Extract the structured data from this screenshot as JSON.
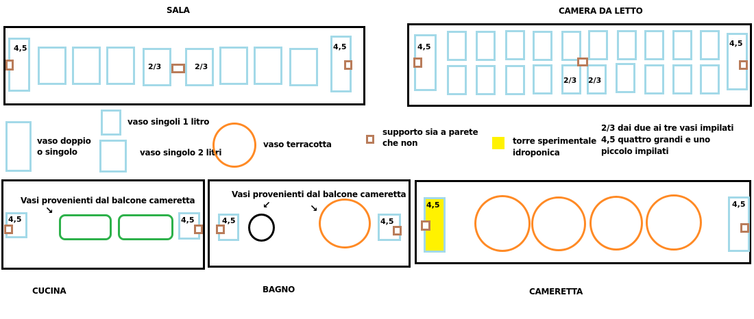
{
  "rooms": {
    "sala": "SALA",
    "camera": "CAMERA  DA LETTO",
    "cucina": "CUCINA",
    "bagno": "BAGNO",
    "cameretta": "CAMERETTA"
  },
  "labels": {
    "big": "4,5",
    "small": "2/3"
  },
  "balcony_note": "Vasi provenienti dal balcone cameretta",
  "legend": {
    "double": [
      "vaso doppio",
      "o singolo"
    ],
    "one_liter": "vaso singoli 1 litro",
    "two_liter": "vaso singolo 2 litri",
    "terracotta": "vaso terracotta",
    "support": [
      "supporto sia a parete",
      "che non"
    ],
    "tower": [
      "torre sperimentale",
      "idroponica"
    ],
    "notes": [
      "2/3 dai due ai tre vasi impilati",
      "4,5 quattro grandi e uno",
      "piccolo impilati"
    ]
  },
  "colors": {
    "pot": "#a3d9e8",
    "support": "#b97c5a",
    "terracotta": "#ff8a25",
    "green": "#2db14a",
    "tower": "#fff200"
  }
}
